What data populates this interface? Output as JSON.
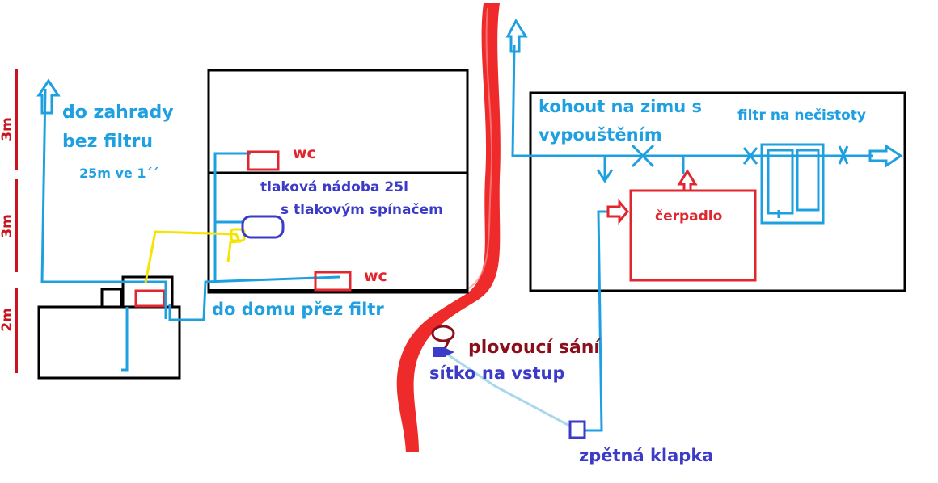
{
  "colors": {
    "pipe": "#1ea0e0",
    "pipe_light": "#a9d8ec",
    "building": "#000000",
    "red": "#e0262e",
    "river": "#ee2a2a",
    "yellow": "#f4e400",
    "navy": "#3b3bc8",
    "darkred": "#8b0f1a",
    "scale": "#c8141e"
  },
  "scale": {
    "top": "3m",
    "middle": "3m",
    "bottom": "2m"
  },
  "labels": {
    "garden_line1": "do zahrady",
    "garden_line2": "bez filtru",
    "garden_pipe": "25m ve 1´´",
    "wc_upper": "wc",
    "wc_lower": "wc",
    "pressure_tank_line1": "tlaková nádoba 25l",
    "pressure_tank_line2": "s tlakovým spínačem",
    "house_filter": "do domu přez filtr",
    "winter_tap_line1": "kohout na zimu s",
    "winter_tap_line2": "vypouštěním",
    "dirt_filter": "filtr na nečistoty",
    "pump": "čerpadlo",
    "floating_intake": "plovoucí sání",
    "inlet_strainer": "sítko na vstup",
    "check_valve": "zpětná klapka"
  }
}
